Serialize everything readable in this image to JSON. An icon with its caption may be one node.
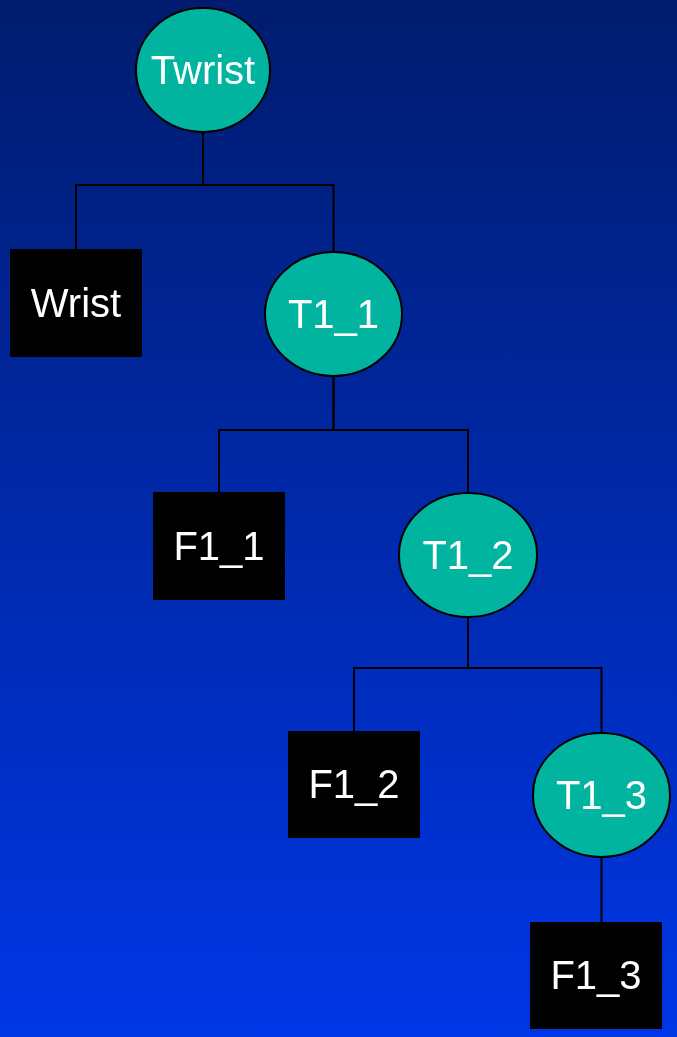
{
  "diagram": {
    "nodes": [
      {
        "text": [
          "Twrist"
        ]
      },
      {
        "text": [
          "Wrist"
        ]
      },
      {
        "text": [
          "T1_1"
        ]
      },
      {
        "text": [
          "F1_1"
        ]
      },
      {
        "text": [
          "T1_2"
        ]
      },
      {
        "text": [
          "F1_2"
        ]
      },
      {
        "text": [
          "T1_3"
        ]
      },
      {
        "text": [
          "F1_3"
        ]
      }
    ],
    "edges": [
      {
        "from": 0,
        "to": 1,
        "arrow": "none"
      },
      {
        "from": 0,
        "to": 2,
        "arrow": "none"
      },
      {
        "from": 2,
        "to": 3,
        "arrow": "none"
      },
      {
        "from": 2,
        "to": 4,
        "arrow": "none"
      },
      {
        "from": 4,
        "to": 5,
        "arrow": "none"
      },
      {
        "from": 4,
        "to": 6,
        "arrow": "none"
      },
      {
        "from": 6,
        "to": 7,
        "arrow": "none"
      }
    ]
  }
}
